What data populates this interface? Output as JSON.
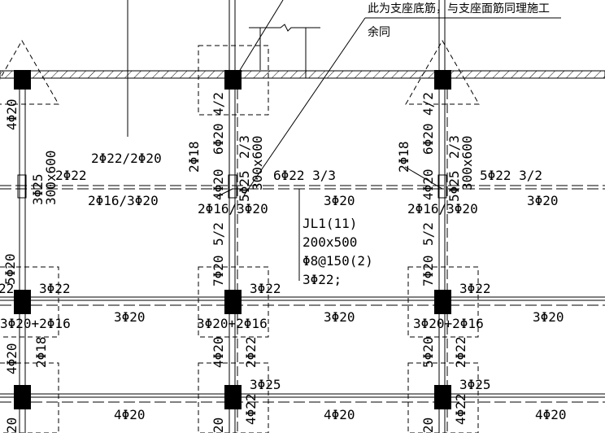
{
  "note": {
    "line1": "此为支座底筋，与支座面筋同理施工",
    "line2": "余同"
  },
  "beam_label": {
    "name": "JL1(11)",
    "size": "200x500",
    "stirrup": "Φ8@150(2)",
    "bars": "3Φ22;"
  },
  "labels": {
    "h_top_left": "2Φ22/2Φ20",
    "h_b1_l_top": "2Φ22",
    "h_b1_l_bot": "2Φ16/3Φ20",
    "h_b1_m_top": "6Φ22 3/3",
    "h_b1_m_bot_l": "2Φ16/3Φ20",
    "h_b1_m_bot_r": "3Φ20",
    "h_b1_r_top": "5Φ22 3/2",
    "h_b1_r_bot_l": "2Φ16/3Φ20",
    "h_b1_r_bot_r": "3Φ20",
    "h_b2_l_top": "3Φ22",
    "h_b2_l_bot": "3Φ20+2Φ16",
    "h_b2_l_mid": "3Φ20",
    "h_b2_m_top": "3Φ22",
    "h_b2_m_bot": "3Φ20+2Φ16",
    "h_b2_m_mid": "3Φ20",
    "h_b2_r_top": "3Φ22",
    "h_b2_r_bot": "3Φ20+2Φ16",
    "h_b2_r_mid": "3Φ20",
    "h_b3_l_top": "",
    "h_b3_m_top": "3Φ25",
    "h_b3_r_top": "3Φ25",
    "h_b4_l": "4Φ20",
    "h_b4_m": "4Φ20",
    "h_b4_r": "4Φ20",
    "h_edge_22": "22",
    "v_c1_a": "4Φ20",
    "v_c1_b": "3Φ25",
    "v_c1_c": "300x600",
    "v_c1_d": "5Φ20",
    "v_c1_e": "4Φ20",
    "v_c1_f": "2Φ18",
    "v_c1_g": "20",
    "v_c2_a": "4/2",
    "v_c2_b": "6Φ20",
    "v_c2_c": "2/3",
    "v_c2_d": "2Φ18",
    "v_c2_e": "4Φ20",
    "v_c2_f": "5Φ25",
    "v_c2_g": "300x600",
    "v_c2_h": "5/2",
    "v_c2_i": "7Φ20",
    "v_c2_j": "4Φ20",
    "v_c2_k": "2Φ22",
    "v_c2_l": "20",
    "v_c2_m": "4Φ22",
    "v_c3_a": "4/2",
    "v_c3_b": "6Φ20",
    "v_c3_c": "2/3",
    "v_c3_d": "2Φ18",
    "v_c3_e": "4Φ20",
    "v_c3_f": "5Φ25",
    "v_c3_g": "300x600",
    "v_c3_h": "5/2",
    "v_c3_i": "7Φ20",
    "v_c3_j": "5Φ20",
    "v_c3_k": "2Φ22",
    "v_c3_l": "20",
    "v_c3_m": "4Φ22"
  }
}
